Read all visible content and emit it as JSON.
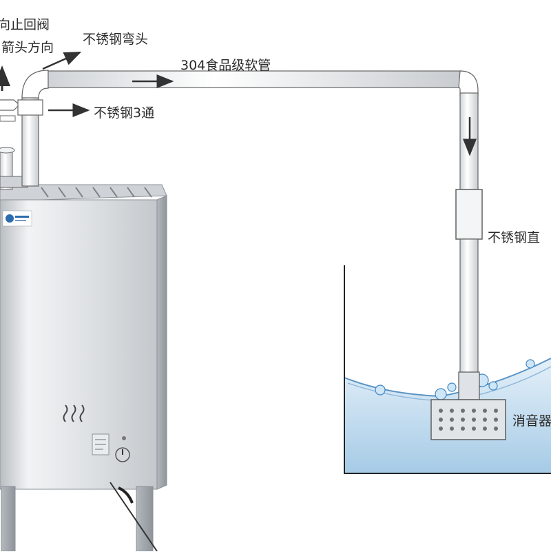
{
  "labels": {
    "check_valve": "向止回阀",
    "arrow_direction": "箭头方向",
    "elbow": "不锈钢弯头",
    "hose": "304食品级软管",
    "tee": "不锈钢3通",
    "straight_pipe": "不锈钢直",
    "muffler": "消音器"
  },
  "colors": {
    "pipe_fill": "#ffffff",
    "pipe_stroke": "#555555",
    "steel_light": "#e8eaec",
    "steel_dark": "#9aa0a6",
    "water_top": "#dcecf7",
    "water_bottom": "#a9cde8",
    "muffler_box": "#d9dde1",
    "arrow": "#333333"
  }
}
